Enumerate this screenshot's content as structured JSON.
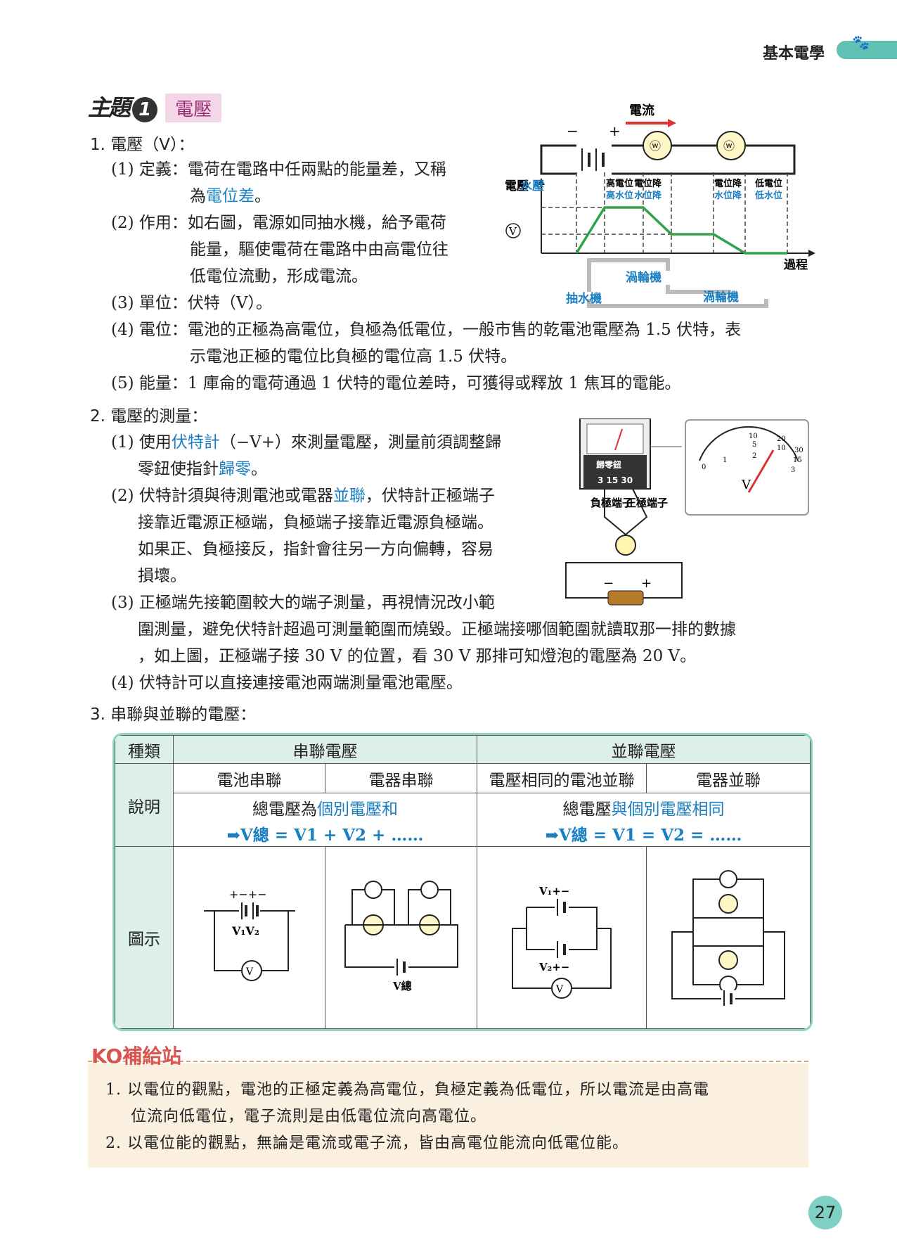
{
  "header": {
    "title": "基本電學"
  },
  "topic": {
    "zhu": "主題",
    "num": "1",
    "label": "電壓"
  },
  "s1": {
    "title": "1. 電壓（V）：",
    "def_a": "(1) 定義：電荷在電路中任兩點的能量差，又稱",
    "def_b_pre": "為",
    "def_b_term": "電位差",
    "def_b_post": "。",
    "use_a": "(2) 作用：如右圖，電源如同抽水機，給予電荷",
    "use_b": "能量，驅使電荷在電路中由高電位往",
    "use_c": "低電位流動，形成電流。",
    "unit": "(3) 單位：伏特（V）。",
    "pot_a": "(4) 電位：電池的正極為高電位，負極為低電位，一般市售的乾電池電壓為 1.5 伏特，表",
    "pot_b": "示電池正極的電位比負極的電位高 1.5 伏特。",
    "energy": "(5) 能量：1 庫侖的電荷通過 1 伏特的電位差時，可獲得或釋放 1 焦耳的電能。"
  },
  "fig1": {
    "current": "電流",
    "minus": "−",
    "plus": "+",
    "ylabel_a": "電壓",
    "ylabel_b": "水壓",
    "v_symbol": "V",
    "xlabel": "過程",
    "hi1a": "高電位",
    "hi1b": "電位降",
    "hi2a": "高水位",
    "hi2b": "水位降",
    "lo1a": "電位降",
    "lo1b": "低電位",
    "lo2a": "水位降",
    "lo2b": "低水位",
    "pump": "抽水機",
    "turbine1": "渦輪機",
    "turbine2": "渦輪機"
  },
  "s2": {
    "title": "2. 電壓的測量：",
    "m1_a_pre": "(1) 使用",
    "m1_a_term": "伏特計",
    "m1_a_post": "（−V+）來測量電壓，測量前須調整歸",
    "m1_b_pre": "零鈕使指針",
    "m1_b_term": "歸零",
    "m1_b_post": "。",
    "m2_a_pre": "(2) 伏特計須與待測電池或電器",
    "m2_a_term": "並聯",
    "m2_a_post": "，伏特計正極端子",
    "m2_b": "接靠近電源正極端，負極端子接靠近電源負極端。",
    "m2_c": "如果正、負極接反，指針會往另一方向偏轉，容易",
    "m2_d": "損壞。",
    "m3_a": "(3) 正極端先接範圍較大的端子測量，再視情況改小範",
    "m3_b": "圍測量，避免伏特計超過可測量範圍而燒毀。正極端接哪個範圍就讀取那一排的數據",
    "m3_c": "，如上圖，正極端子接 30 V 的位置，看 30 V 那排可知燈泡的電壓為 20 V。",
    "m4": "(4) 伏特計可以直接連接電池兩端測量電池電壓。"
  },
  "fig2": {
    "zero_knob": "歸零鈕",
    "terminals": "3 15 30",
    "neg_term": "負極端子",
    "pos_term": "正極端子",
    "minus": "−",
    "plus": "+",
    "scale_top": [
      "10",
      "20",
      "30"
    ],
    "scale_mid": [
      "5",
      "10",
      "15"
    ],
    "scale_low": [
      "0",
      "1",
      "2",
      "3"
    ],
    "v": "V"
  },
  "s3": {
    "title": "3. 串聯與並聯的電壓："
  },
  "table": {
    "kind": "種類",
    "series": "串聯電壓",
    "parallel": "並聯電壓",
    "sub": [
      "電池串聯",
      "電器串聯",
      "電壓相同的電池並聯",
      "電器並聯"
    ],
    "explain": "說明",
    "series_desc_pre": "總電壓為",
    "series_desc_term": "個別電壓和",
    "series_formula": "➡V總 = V1 + V2 + ……",
    "parallel_desc_pre": "總電壓",
    "parallel_desc_term": "與個別電壓相同",
    "parallel_formula": "➡V總 = V1 = V2 = ……",
    "diagram": "圖示",
    "labels": {
      "v1": "V1",
      "v2": "V2",
      "vtotal": "V總",
      "plus": "+",
      "minus": "−"
    }
  },
  "ko": {
    "title": "KO補給站",
    "l1a": "1. 以電位的觀點，電池的正極定義為高電位，負極定義為低電位，所以電流是由高電",
    "l1b": "位流向低電位，電子流則是由低電位流向高電位。",
    "l2": "2. 以電位能的觀點，無論是電流或電子流，皆由高電位能流向低電位能。"
  },
  "page": "27",
  "colors": {
    "accent": "#1a7fc1",
    "teal": "#5fc1b4",
    "topic_pink": "#f3d6e8",
    "ko_bg": "#fbefe0",
    "graph_green": "#2fa34a"
  }
}
